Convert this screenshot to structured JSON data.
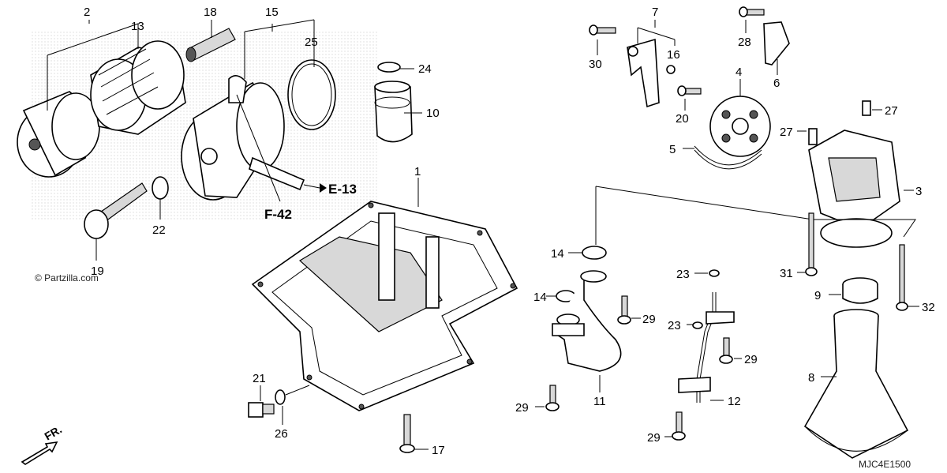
{
  "diagram": {
    "labels": [
      {
        "id": "2",
        "text": "2"
      },
      {
        "id": "13",
        "text": "13"
      },
      {
        "id": "18",
        "text": "18"
      },
      {
        "id": "15",
        "text": "15"
      },
      {
        "id": "25",
        "text": "25"
      },
      {
        "id": "24",
        "text": "24"
      },
      {
        "id": "10",
        "text": "10"
      },
      {
        "id": "22",
        "text": "22"
      },
      {
        "id": "19",
        "text": "19"
      },
      {
        "id": "1",
        "text": "1"
      },
      {
        "id": "7",
        "text": "7"
      },
      {
        "id": "16",
        "text": "16"
      },
      {
        "id": "30",
        "text": "30"
      },
      {
        "id": "28",
        "text": "28"
      },
      {
        "id": "6",
        "text": "6"
      },
      {
        "id": "4",
        "text": "4"
      },
      {
        "id": "20",
        "text": "20"
      },
      {
        "id": "5",
        "text": "5"
      },
      {
        "id": "27a",
        "text": "27"
      },
      {
        "id": "27b",
        "text": "27"
      },
      {
        "id": "3",
        "text": "3"
      },
      {
        "id": "14a",
        "text": "14"
      },
      {
        "id": "14b",
        "text": "14"
      },
      {
        "id": "29a",
        "text": "29"
      },
      {
        "id": "29b",
        "text": "29"
      },
      {
        "id": "29c",
        "text": "29"
      },
      {
        "id": "29d",
        "text": "29"
      },
      {
        "id": "11",
        "text": "11"
      },
      {
        "id": "23a",
        "text": "23"
      },
      {
        "id": "23b",
        "text": "23"
      },
      {
        "id": "12",
        "text": "12"
      },
      {
        "id": "31",
        "text": "31"
      },
      {
        "id": "9",
        "text": "9"
      },
      {
        "id": "32",
        "text": "32"
      },
      {
        "id": "8",
        "text": "8"
      },
      {
        "id": "21",
        "text": "21"
      },
      {
        "id": "26",
        "text": "26"
      },
      {
        "id": "17",
        "text": "17"
      }
    ],
    "refs": {
      "e13": "E-13",
      "f42": "F-42"
    },
    "watermark": "© Partzilla.com",
    "front_marker": "FR.",
    "diagram_code": "MJC4E1500"
  }
}
